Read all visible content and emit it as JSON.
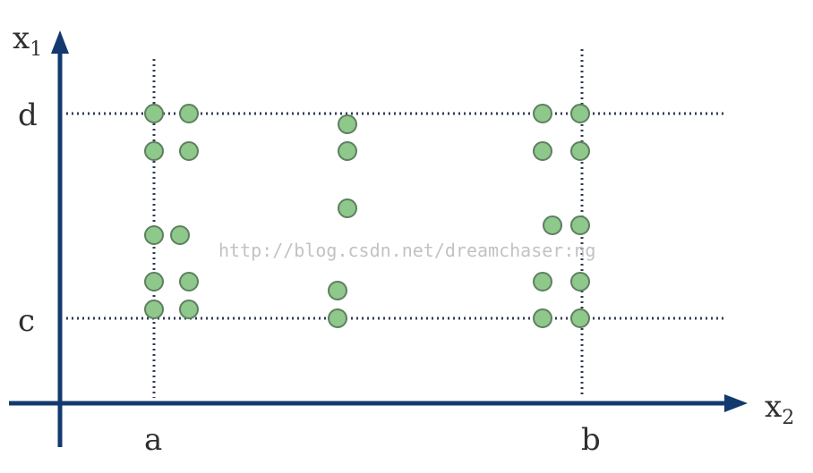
{
  "axes": {
    "vertical": {
      "base": "x",
      "subscript": "1"
    },
    "horizontal": {
      "base": "x",
      "subscript": "2"
    }
  },
  "ticks": {
    "a": "a",
    "b": "b",
    "c": "c",
    "d": "d"
  },
  "watermark": "http://blog.csdn.net/dreamchaser:ng",
  "colors": {
    "axis": "#123a6e",
    "points": "#8ec88a",
    "point_outline": "#5e7f60",
    "guides": "#2e3b55"
  }
}
